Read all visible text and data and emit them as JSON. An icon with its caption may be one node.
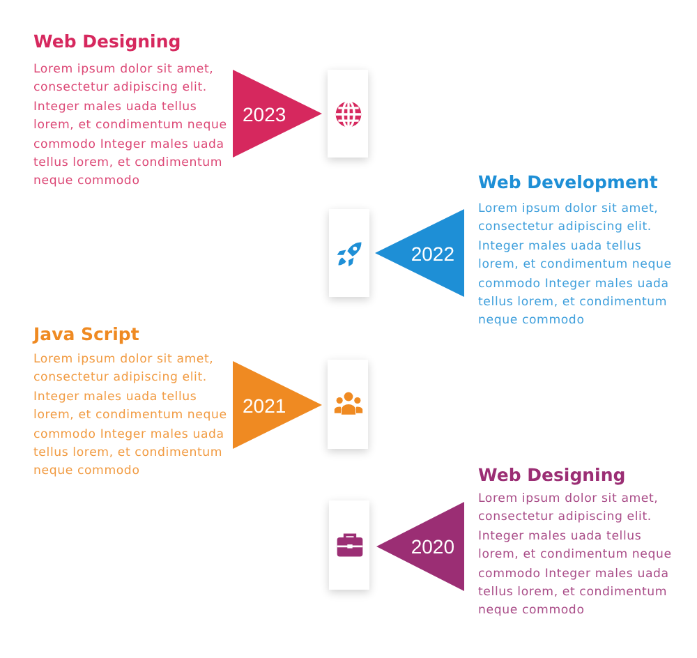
{
  "diagram": {
    "nodes": [
      {
        "text": [
          "2023"
        ],
        "beside": [
          "Web Designing",
          "Lorem ipsum dolor sit amet, consectetur adipiscing elit. Integer males uada tellus lorem, et condimentum neque commodo Integer males uada tellus lorem, et condimentum neque commodo"
        ]
      },
      {
        "text": [],
        "shape": "box"
      },
      {
        "text": [
          "2022"
        ],
        "beside": [
          "Web Development",
          "Lorem ipsum dolor sit amet, consectetur adipiscing elit. Integer males uada tellus lorem, et condimentum neque commodo Integer males uada tellus lorem, et condimentum neque commodo"
        ]
      },
      {
        "text": [],
        "shape": "box"
      },
      {
        "text": [
          "2021"
        ],
        "beside": [
          "Java Script",
          "Lorem ipsum dolor sit amet, consectetur adipiscing elit. Integer males uada tellus lorem, et condimentum neque commodo Integer males uada tellus lorem, et condimentum neque commodo"
        ]
      },
      {
        "text": [],
        "shape": "box"
      },
      {
        "text": [
          "2020"
        ],
        "beside": [
          "Web Designing",
          "Lorem ipsum dolor sit amet, consectetur adipiscing elit. Integer males uada tellus lorem, et condimentum neque commodo Integer males uada tellus lorem, et condimentum neque commodo"
        ]
      },
      {
        "text": [],
        "shape": "box"
      }
    ]
  }
}
